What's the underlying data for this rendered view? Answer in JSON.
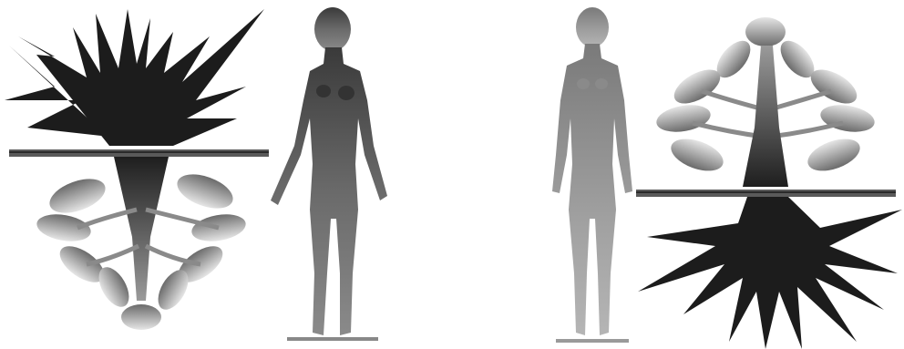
{
  "scene": {
    "colors": {
      "background": "#ffffff",
      "dark": "#1a1a1a",
      "mid": "#7a7a7a",
      "light": "#d0d0d0",
      "ground": "#555555"
    },
    "items": [
      {
        "name": "inverted-tree-illustration",
        "description_icon": "inverted-tree-icon"
      },
      {
        "name": "female-figure-dark",
        "description_icon": "person-silhouette-icon"
      },
      {
        "name": "female-figure-light",
        "description_icon": "person-silhouette-icon"
      },
      {
        "name": "upright-tree-illustration",
        "description_icon": "tree-icon"
      }
    ]
  }
}
